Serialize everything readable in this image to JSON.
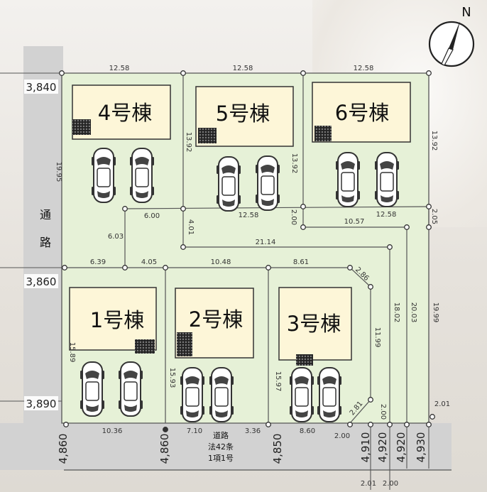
{
  "compass": {
    "label": "N"
  },
  "road_left": {
    "char1": "通",
    "char2": "路"
  },
  "road_bottom": {
    "line1": "道路",
    "line2": "法42条",
    "line3": "1項1号"
  },
  "houses": [
    {
      "label": "4号棟"
    },
    {
      "label": "5号棟"
    },
    {
      "label": "6号棟"
    },
    {
      "label": "1号棟"
    },
    {
      "label": "2号棟"
    },
    {
      "label": "3号棟"
    }
  ],
  "widths": [
    "3,840",
    "3,860",
    "3,890",
    "4,860",
    "4,860",
    "4,850",
    "4,910",
    "4,920",
    "4,920",
    "4,930"
  ],
  "lengths": [
    "12.58",
    "12.58",
    "12.58",
    "19.95",
    "13.92",
    "13.92",
    "13.92",
    "6.00",
    "6.03",
    "4.01",
    "12.58",
    "2.00",
    "10.57",
    "12.58",
    "2.05",
    "21.14",
    "6.39",
    "4.05",
    "10.48",
    "8.61",
    "2.86",
    "15.89",
    "15.93",
    "15.97",
    "11.99",
    "18.02",
    "20.03",
    "19.99",
    "10.36",
    "7.10",
    "3.36",
    "8.60",
    "2.81",
    "2.00",
    "2.00",
    "2.01",
    "2.00",
    "2.01"
  ]
}
